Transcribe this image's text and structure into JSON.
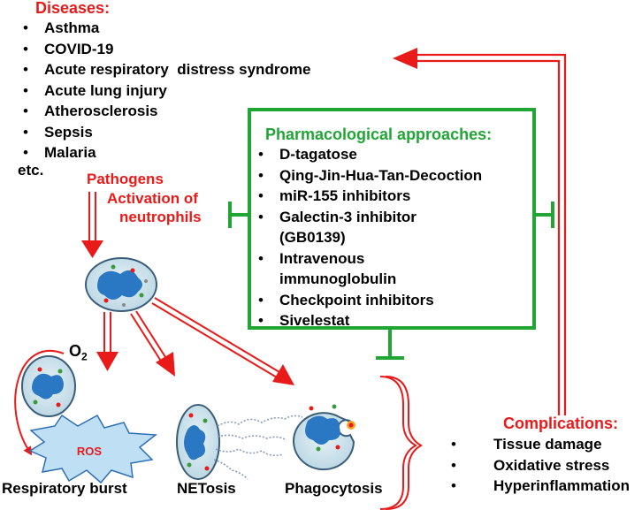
{
  "diseases": {
    "title": "Diseases:",
    "items": [
      "Asthma",
      "COVID-19",
      "Acute respiratory  distress syndrome",
      "Acute lung injury",
      "Atherosclerosis",
      "Sepsis",
      "Malaria"
    ],
    "etc": "etc."
  },
  "triggers": {
    "pathogens": "Pathogens",
    "activation_line1": "Activation of",
    "activation_line2": "neutrophils"
  },
  "pharma": {
    "title": "Pharmacological approaches:",
    "items": [
      "D-tagatose",
      "Qing-Jin-Hua-Tan-Decoction",
      "miR-155 inhibitors",
      "Galectin-3 inhibitor",
      "(GB0139)",
      "Intravenous",
      "immunoglobulin",
      "Checkpoint inhibitors",
      "Sivelestat"
    ],
    "bulleted": [
      true,
      true,
      true,
      true,
      false,
      true,
      false,
      true,
      true
    ]
  },
  "mechanisms": {
    "oxygen": "O",
    "oxygen_sub": "2",
    "ros": "ROS",
    "respiratory_burst": "Respiratory burst",
    "netosis": "NETosis",
    "phagocytosis": "Phagocytosis"
  },
  "complications": {
    "title": "Complications:",
    "items": [
      "Tissue damage",
      "Oxidative stress",
      "Hyperinflammation"
    ]
  },
  "colors": {
    "red": "#e81a1a",
    "green": "#21a535",
    "cell_fill": "#cde3ec",
    "nucleus": "#2a78c4"
  }
}
